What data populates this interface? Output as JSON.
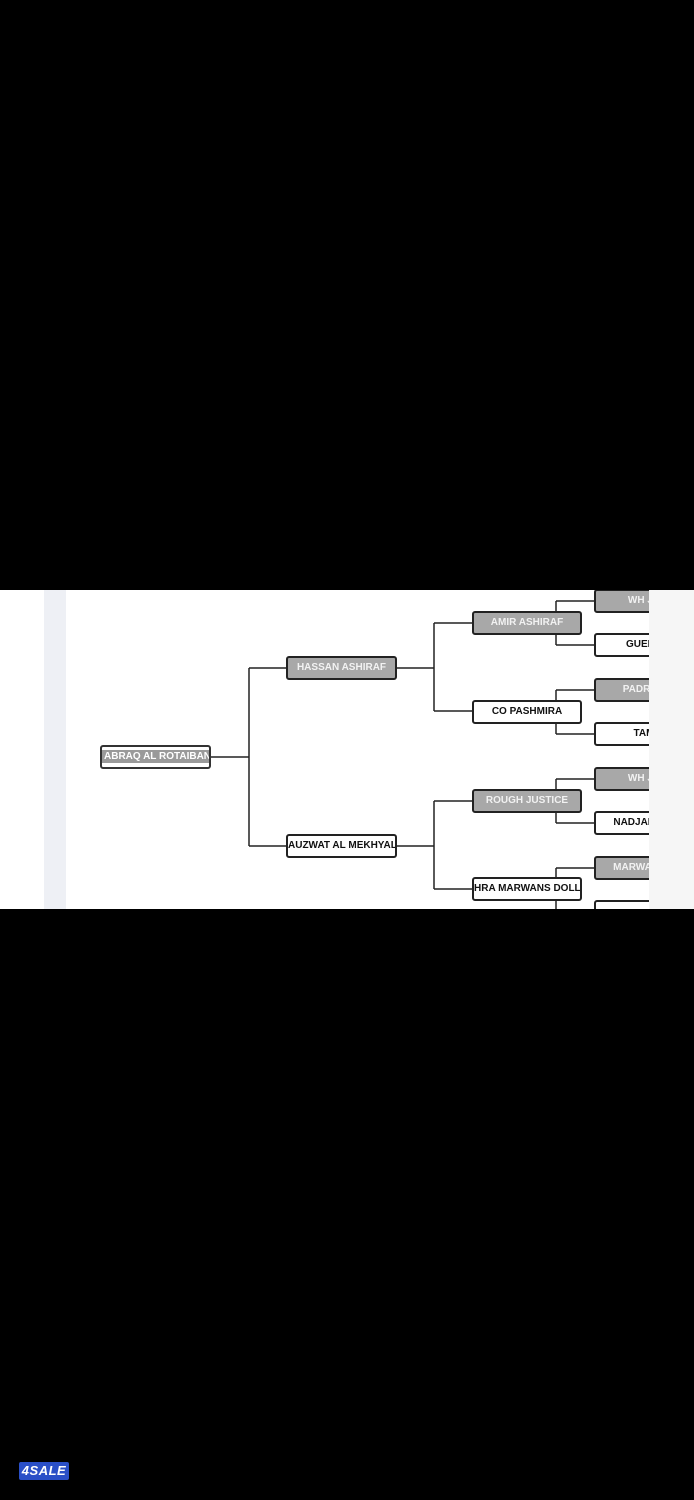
{
  "pedigree": {
    "root": "ABRAQ AL ROTAIBAN",
    "sire": "HASSAN ASHIRAF",
    "dam": "AUZWAT AL MEKHYAL",
    "sire_sire": "AMIR ASHIRAF",
    "sire_dam": "CO PASHMIRA",
    "dam_sire": "ROUGH JUSTICE",
    "dam_dam": "HRA MARWANS DOLL",
    "gen4": [
      "WH JU",
      "GUEND",
      "PADRON",
      "TAM",
      "WH JU",
      "NADJANA BI",
      "MARWAN AL",
      ""
    ]
  },
  "watermark": "4SALE",
  "colors": {
    "background": "#000000",
    "panel": "#ffffff",
    "grey_node": "#a8a8a8",
    "line": "#222222",
    "brand": "#2a4fc7"
  }
}
